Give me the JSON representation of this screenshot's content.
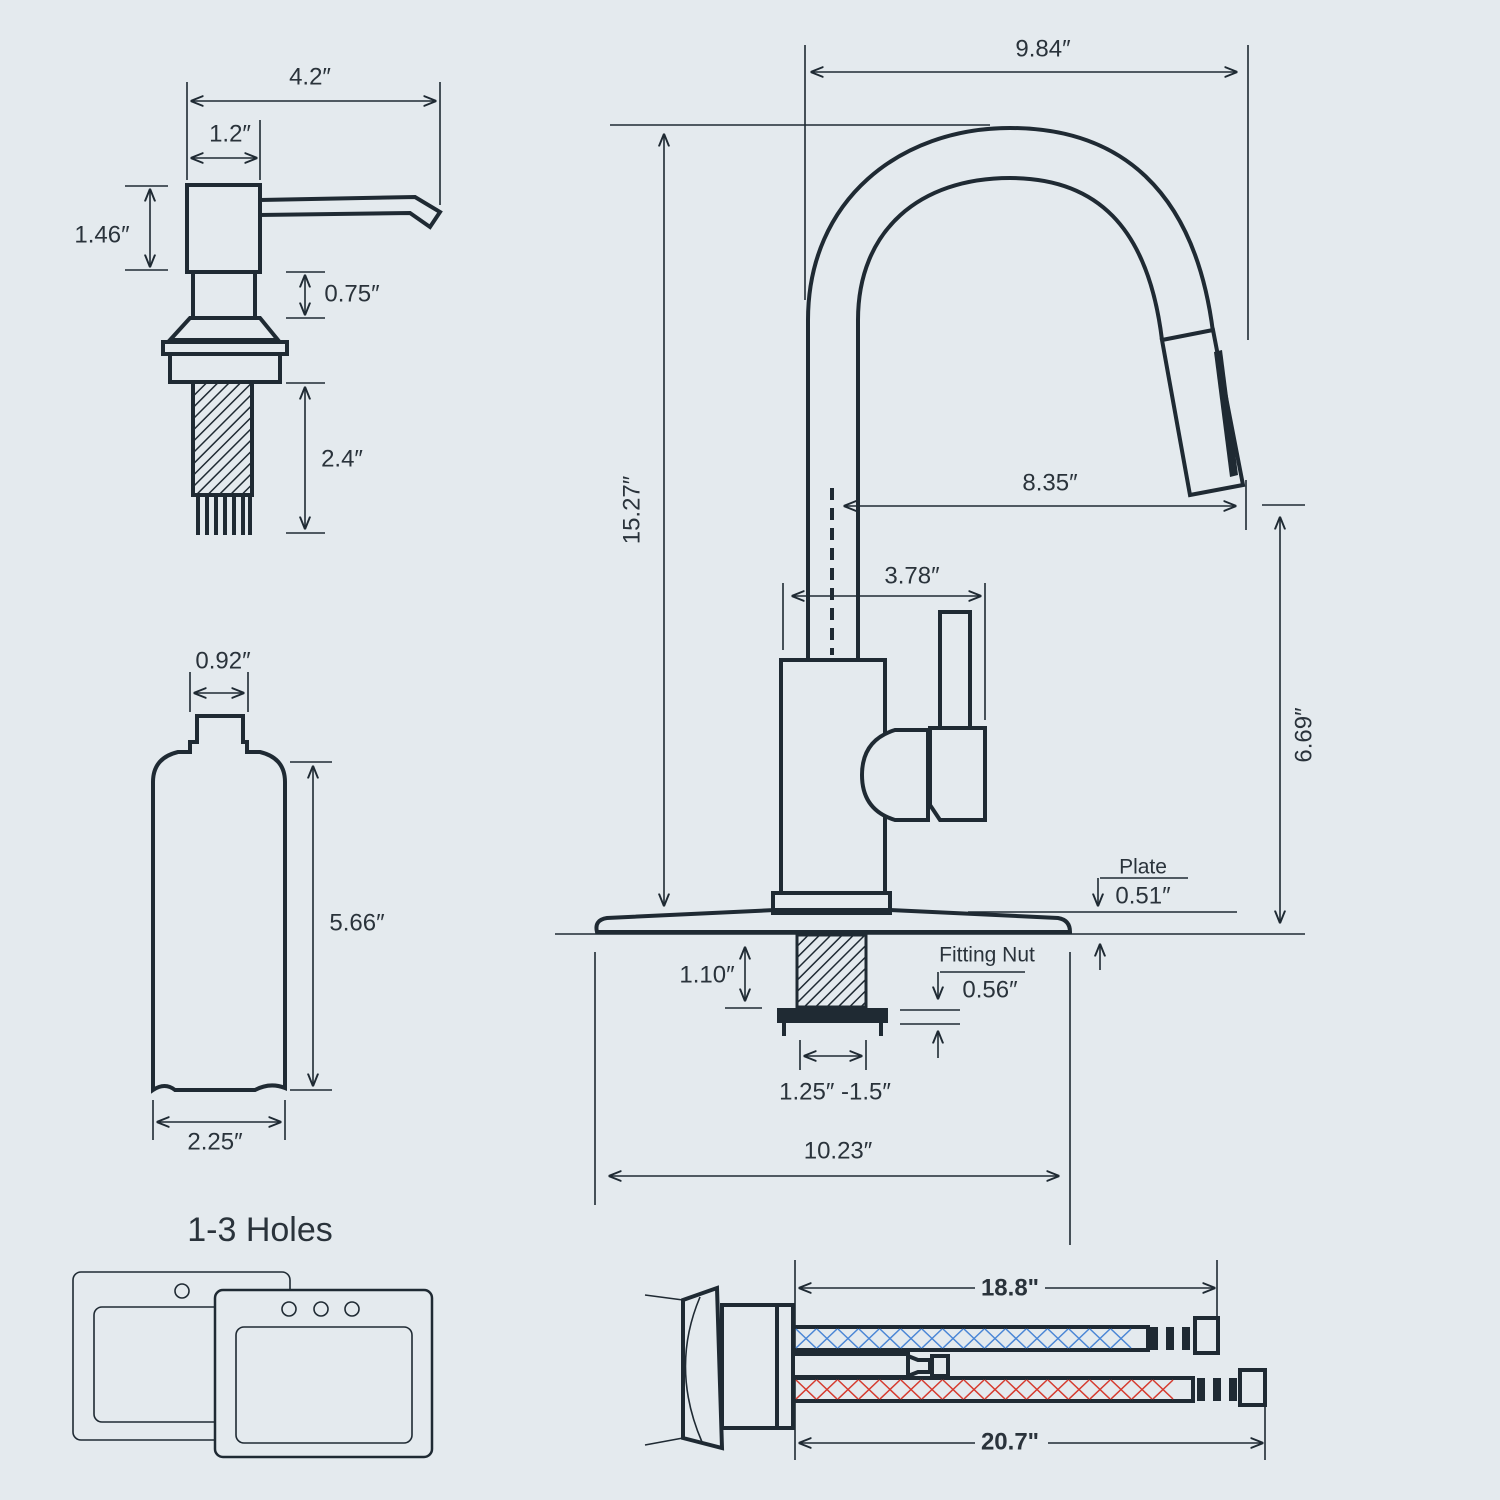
{
  "soap_pump": {
    "width_total": "4.2″",
    "head_width": "1.2″",
    "head_height": "1.46″",
    "neck_height": "0.75″",
    "shank_length": "2.4″"
  },
  "soap_bottle": {
    "neck_width": "0.92″",
    "height": "5.66″",
    "width": "2.25″"
  },
  "sink": {
    "title": "1-3 Holes"
  },
  "faucet": {
    "reach": "9.84″",
    "height": "15.27″",
    "spout_reach": "8.35″",
    "spout_clearance": "6.69″",
    "handle_span": "3.78″",
    "plate_label": "Plate",
    "plate_thickness": "0.51″",
    "shank_length": "1.10″",
    "fitting_nut_label": "Fitting Nut",
    "fitting_nut_thickness": "0.56″",
    "hole_size": "1.25″ -1.5″",
    "plate_width": "10.23″"
  },
  "hoses": {
    "cold_length": "18.8\"",
    "hot_length": "20.7\"",
    "colors": {
      "cold": "#4a86d6",
      "hot": "#d63a2e",
      "line": "#1f2a33"
    }
  }
}
